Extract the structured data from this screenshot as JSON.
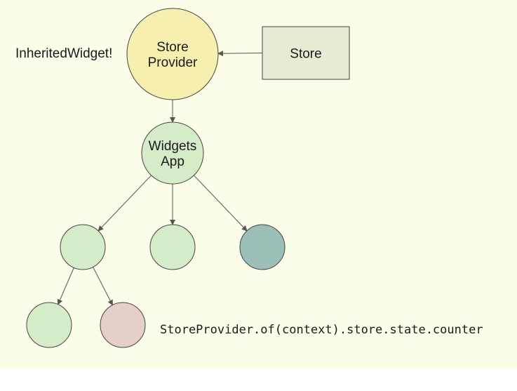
{
  "diagram": {
    "background": "#fcfde8",
    "nodes": {
      "store_provider": {
        "lines": [
          "Store",
          "Provider"
        ],
        "fill": "#f6efb0"
      },
      "store": {
        "lines": [
          "Store"
        ],
        "fill": "#e6ebd4"
      },
      "widgets_app": {
        "lines": [
          "Widgets",
          "App"
        ],
        "fill": "#d6ecc8"
      },
      "child_left": {
        "fill": "#d6ecc8"
      },
      "child_middle": {
        "fill": "#d6ecc8"
      },
      "child_right": {
        "fill": "#9cc0b8"
      },
      "grandchild_left": {
        "fill": "#d6ecc8"
      },
      "grandchild_right": {
        "fill": "#e4cfcb"
      }
    },
    "edges": [
      {
        "from": "store",
        "to": "store_provider"
      },
      {
        "from": "store_provider",
        "to": "widgets_app"
      },
      {
        "from": "widgets_app",
        "to": "child_left"
      },
      {
        "from": "widgets_app",
        "to": "child_middle"
      },
      {
        "from": "widgets_app",
        "to": "child_right"
      },
      {
        "from": "child_left",
        "to": "grandchild_left"
      },
      {
        "from": "child_left",
        "to": "grandchild_right"
      }
    ],
    "annotations": {
      "inherited_widget": "InheritedWidget!",
      "code": "StoreProvider.of(context).store.state.counter"
    },
    "stroke_color": "#555555"
  }
}
